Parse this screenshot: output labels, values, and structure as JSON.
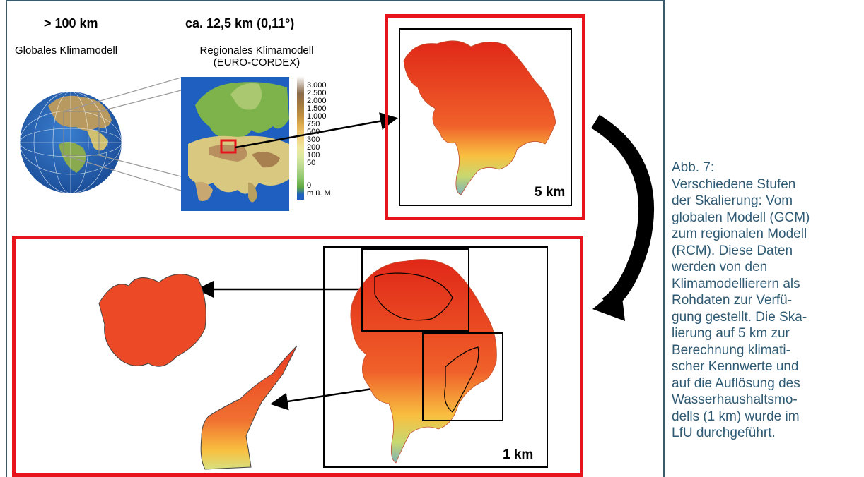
{
  "labels": {
    "gcm_resolution": "> 100 km",
    "rcm_resolution": "ca. 12,5 km (0,11°)",
    "gcm_name": "Globales Klimamodell",
    "rcm_name_line1": "Regionales Klimamodell",
    "rcm_name_line2": "(EURO-CORDEX)",
    "panel_5km": "5 km",
    "panel_1km": "1 km"
  },
  "legend": {
    "items": [
      "3.000",
      "2.500",
      "2.000",
      "1.500",
      "1.000",
      "750",
      "500",
      "300",
      "200",
      "100",
      "50",
      "0",
      "m ü. M"
    ],
    "colors": [
      "#ffffff",
      "#8b6a4a",
      "#a07840",
      "#c09040",
      "#e0b050",
      "#f0d080",
      "#f0e8a0",
      "#d8e8a0",
      "#b8d890",
      "#90c870",
      "#60a840",
      "#2060c0"
    ]
  },
  "caption": {
    "lines": [
      "Abb. 7:",
      "Verschiedene Stufen",
      "der Skalierung: Vom",
      "globalen Modell (GCM)",
      "zum regionalen Modell",
      "(RCM). Diese Daten",
      "werden von den",
      "Klimamodellierern als",
      "Rohdaten zur Verfü-",
      "gung gestellt. Die Ska-",
      "lierung auf 5 km zur",
      "Berechnung klimati-",
      "scher Kennwerte und",
      "auf die Auflösung des",
      "Wasserhaushaltsmo-",
      "dells (1 km) wurde im",
      "LfU durchgeführt."
    ]
  },
  "colors": {
    "highlight_red": "#e8141b",
    "frame": "#3b5b6b",
    "caption_text": "#2f5a73"
  }
}
